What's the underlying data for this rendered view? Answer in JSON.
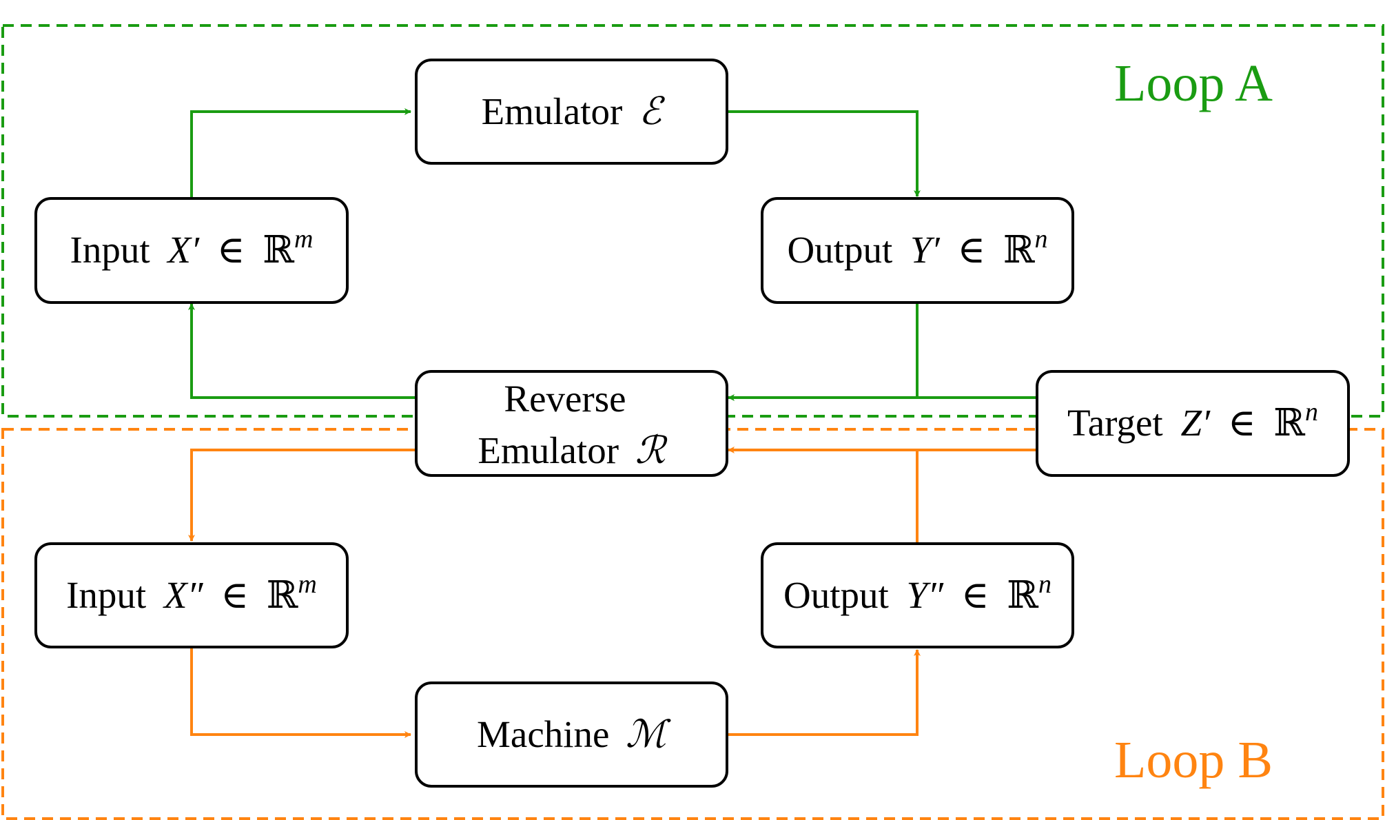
{
  "colors": {
    "loop_a": "#1a9c12",
    "loop_b": "#ff8411",
    "box_stroke": "#000000"
  },
  "loops": {
    "a": {
      "title": "Loop A"
    },
    "b": {
      "title": "Loop B"
    }
  },
  "nodes": {
    "emulator": {
      "text": "Emulator",
      "symbol": "ℰ"
    },
    "input_x1": {
      "text": "Input",
      "var": "X′",
      "rel": "∈",
      "space": "ℝ",
      "exp": "m"
    },
    "output_y1": {
      "text": "Output",
      "var": "Y′",
      "rel": "∈",
      "space": "ℝ",
      "exp": "n"
    },
    "reverse_emulator": {
      "line1": "Reverse",
      "line2": "Emulator",
      "symbol": "ℛ"
    },
    "target_z1": {
      "text": "Target",
      "var": "Z′",
      "rel": "∈",
      "space": "ℝ",
      "exp": "n"
    },
    "input_x2": {
      "text": "Input",
      "var": "X″",
      "rel": "∈",
      "space": "ℝ",
      "exp": "m"
    },
    "output_y2": {
      "text": "Output",
      "var": "Y″",
      "rel": "∈",
      "space": "ℝ",
      "exp": "n"
    },
    "machine": {
      "text": "Machine",
      "symbol": "ℳ"
    }
  }
}
